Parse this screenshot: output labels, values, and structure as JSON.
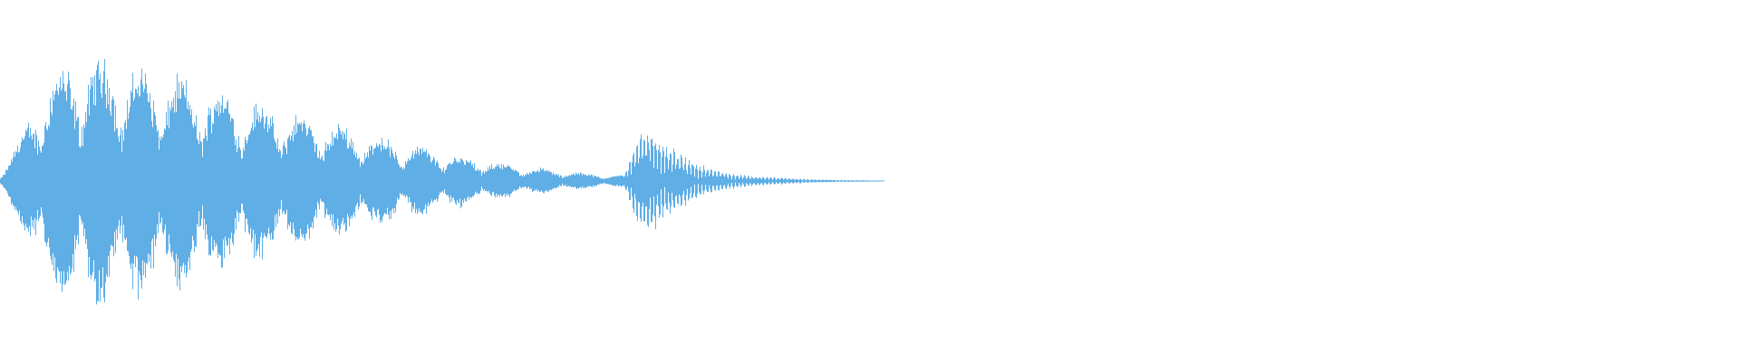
{
  "waveform": {
    "color": "#5faee6",
    "background": "#ffffff",
    "bursts": [
      {
        "name": "burst-1",
        "envelope": [
          0.05,
          0.4,
          0.85,
          0.95,
          1.0,
          0.97,
          0.92,
          0.88,
          0.83,
          0.78,
          0.72,
          0.66,
          0.6,
          0.55,
          0.5,
          0.45,
          0.4,
          0.35,
          0.3,
          0.26,
          0.22,
          0.18,
          0.15,
          0.12,
          0.1,
          0.08,
          0.06,
          0.05,
          0.04,
          0.03,
          0.025,
          0.02,
          0.018,
          0.015,
          0.012,
          0.01,
          0.008,
          0.006,
          0.005,
          0.004
        ]
      },
      {
        "name": "burst-2",
        "envelope": [
          0.05,
          0.3,
          0.45,
          0.38,
          0.3,
          0.24,
          0.18,
          0.14,
          0.1,
          0.08,
          0.06,
          0.05,
          0.04,
          0.035,
          0.03,
          0.025,
          0.02,
          0.015,
          0.012,
          0.01,
          0.008,
          0.007,
          0.006,
          0.005,
          0.004
        ]
      }
    ]
  }
}
